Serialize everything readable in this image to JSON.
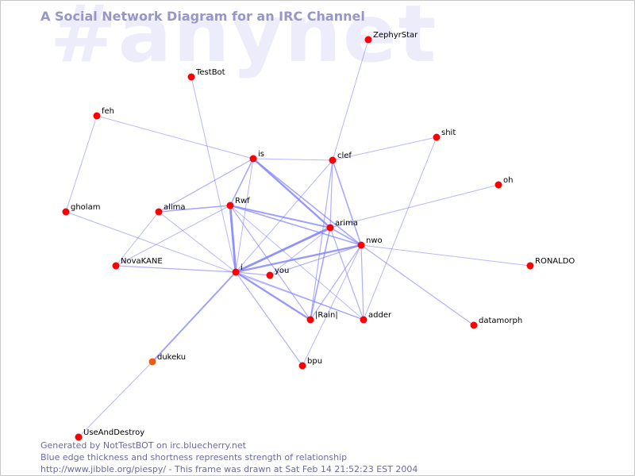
{
  "watermark": "#anynet",
  "title": "A Social Network Diagram for an IRC Channel",
  "footer": {
    "line1": "Generated by NotTestBOT on irc.bluecherry.net",
    "line2": "Blue edge thickness and shortness represents strength of relationship",
    "line3": "http://www.jibble.org/piespy/ - This frame was drawn at Sat Feb 14 21:52:23 EST 2004"
  },
  "colors": {
    "node": "#ff0000",
    "node_highlight": "#f05a14",
    "edge": "#8080ff",
    "title": "#9696c8",
    "footer": "#6a6aa6"
  },
  "nodes": [
    {
      "id": "ZephyrStar",
      "label": "ZephyrStar"
    },
    {
      "id": "TestBot",
      "label": "TestBot"
    },
    {
      "id": "feh",
      "label": "feh"
    },
    {
      "id": "shit",
      "label": "shit"
    },
    {
      "id": "is",
      "label": "is"
    },
    {
      "id": "clef",
      "label": "clef"
    },
    {
      "id": "oh",
      "label": "oh"
    },
    {
      "id": "gholam",
      "label": "gholam"
    },
    {
      "id": "alima",
      "label": "alima"
    },
    {
      "id": "Rwf",
      "label": "Rwf"
    },
    {
      "id": "arima",
      "label": "arima"
    },
    {
      "id": "nwo",
      "label": "nwo"
    },
    {
      "id": "NovaKANE",
      "label": "NovaKANE"
    },
    {
      "id": "i",
      "label": "i"
    },
    {
      "id": "you",
      "label": "you"
    },
    {
      "id": "RONALDO",
      "label": "RONALDO"
    },
    {
      "id": "Rain",
      "label": "|Rain|"
    },
    {
      "id": "adder",
      "label": "adder"
    },
    {
      "id": "datamorph",
      "label": "datamorph"
    },
    {
      "id": "dukeku",
      "label": "dukeku",
      "highlight": true
    },
    {
      "id": "bpu",
      "label": "bpu"
    },
    {
      "id": "UseAndDestroy",
      "label": "UseAndDestroy"
    }
  ],
  "edges": [
    {
      "from": "ZephyrStar",
      "to": "clef",
      "weight": 1
    },
    {
      "from": "TestBot",
      "to": "i",
      "weight": 1
    },
    {
      "from": "feh",
      "to": "is",
      "weight": 1
    },
    {
      "from": "feh",
      "to": "gholam",
      "weight": 1
    },
    {
      "from": "gholam",
      "to": "adder",
      "weight": 1
    },
    {
      "from": "is",
      "to": "clef",
      "weight": 1
    },
    {
      "from": "is",
      "to": "alima",
      "weight": 1.5
    },
    {
      "from": "is",
      "to": "Rwf",
      "weight": 2
    },
    {
      "from": "is",
      "to": "arima",
      "weight": 3
    },
    {
      "from": "is",
      "to": "nwo",
      "weight": 2
    },
    {
      "from": "is",
      "to": "i",
      "weight": 1
    },
    {
      "from": "clef",
      "to": "shit",
      "weight": 1
    },
    {
      "from": "clef",
      "to": "i",
      "weight": 1
    },
    {
      "from": "clef",
      "to": "nwo",
      "weight": 2
    },
    {
      "from": "clef",
      "to": "arima",
      "weight": 1.5
    },
    {
      "from": "clef",
      "to": "Rain",
      "weight": 1.5
    },
    {
      "from": "shit",
      "to": "adder",
      "weight": 1
    },
    {
      "from": "oh",
      "to": "arima",
      "weight": 1
    },
    {
      "from": "alima",
      "to": "Rwf",
      "weight": 2
    },
    {
      "from": "alima",
      "to": "NovaKANE",
      "weight": 1
    },
    {
      "from": "alima",
      "to": "i",
      "weight": 1
    },
    {
      "from": "Rwf",
      "to": "i",
      "weight": 3.5
    },
    {
      "from": "Rwf",
      "to": "arima",
      "weight": 2.5
    },
    {
      "from": "Rwf",
      "to": "nwo",
      "weight": 2
    },
    {
      "from": "Rwf",
      "to": "NovaKANE",
      "weight": 1
    },
    {
      "from": "Rwf",
      "to": "Rain",
      "weight": 1.5
    },
    {
      "from": "Rwf",
      "to": "adder",
      "weight": 1
    },
    {
      "from": "arima",
      "to": "i",
      "weight": 3.5
    },
    {
      "from": "arima",
      "to": "nwo",
      "weight": 2
    },
    {
      "from": "arima",
      "to": "Rain",
      "weight": 2
    },
    {
      "from": "arima",
      "to": "adder",
      "weight": 1.5
    },
    {
      "from": "arima",
      "to": "you",
      "weight": 1
    },
    {
      "from": "nwo",
      "to": "i",
      "weight": 3
    },
    {
      "from": "nwo",
      "to": "you",
      "weight": 1.5
    },
    {
      "from": "nwo",
      "to": "Rain",
      "weight": 1.5
    },
    {
      "from": "nwo",
      "to": "adder",
      "weight": 1.5
    },
    {
      "from": "nwo",
      "to": "RONALDO",
      "weight": 1
    },
    {
      "from": "nwo",
      "to": "datamorph",
      "weight": 1.5
    },
    {
      "from": "nwo",
      "to": "bpu",
      "weight": 1
    },
    {
      "from": "NovaKANE",
      "to": "i",
      "weight": 1.5
    },
    {
      "from": "i",
      "to": "you",
      "weight": 1.5
    },
    {
      "from": "i",
      "to": "Rain",
      "weight": 3
    },
    {
      "from": "i",
      "to": "adder",
      "weight": 1.5
    },
    {
      "from": "i",
      "to": "bpu",
      "weight": 1.5
    },
    {
      "from": "i",
      "to": "dukeku",
      "weight": 2.5
    },
    {
      "from": "dukeku",
      "to": "UseAndDestroy",
      "weight": 1
    }
  ]
}
